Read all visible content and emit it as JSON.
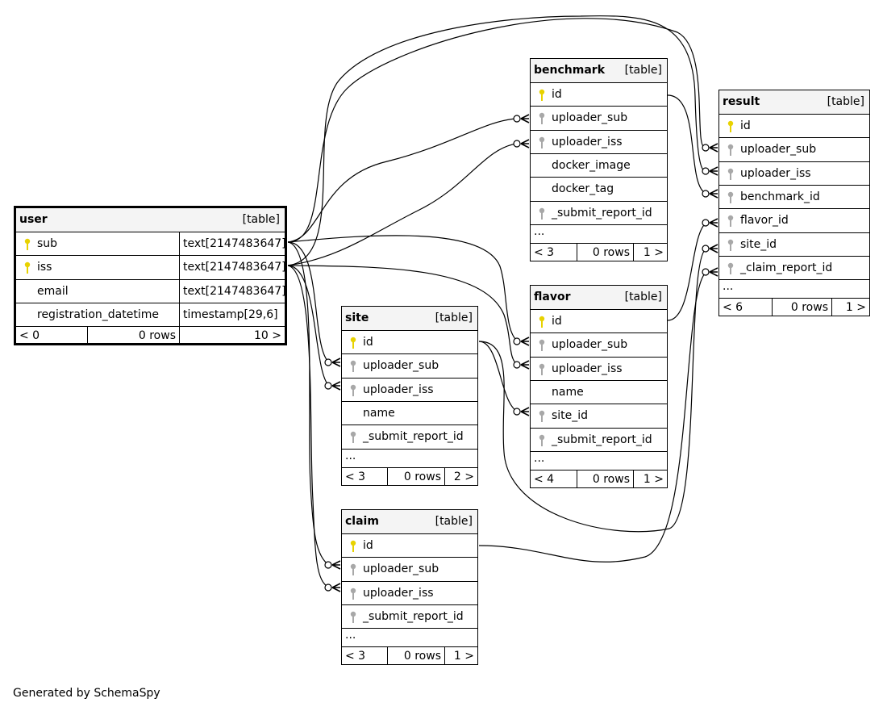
{
  "colors": {
    "primary_key": "#e8d200",
    "foreign_key": "#a8a8a8",
    "line": "#000000"
  },
  "footer": "Generated by SchemaSpy",
  "tables": {
    "user": {
      "name": "user",
      "tag": "[table]",
      "columns": [
        {
          "name": "sub",
          "type": "text[2147483647]",
          "key": "primary"
        },
        {
          "name": "iss",
          "type": "text[2147483647]",
          "key": "primary"
        },
        {
          "name": "email",
          "type": "text[2147483647]",
          "key": "none"
        },
        {
          "name": "registration_datetime",
          "type": "timestamp[29,6]",
          "key": "none"
        }
      ],
      "footer": {
        "parents": "< 0",
        "rows": "0 rows",
        "children": "10 >"
      }
    },
    "benchmark": {
      "name": "benchmark",
      "tag": "[table]",
      "columns": [
        {
          "name": "id",
          "key": "primary"
        },
        {
          "name": "uploader_sub",
          "key": "foreign"
        },
        {
          "name": "uploader_iss",
          "key": "foreign"
        },
        {
          "name": "docker_image",
          "key": "none"
        },
        {
          "name": "docker_tag",
          "key": "none"
        },
        {
          "name": "_submit_report_id",
          "key": "foreign"
        }
      ],
      "more": "...",
      "footer": {
        "parents": "< 3",
        "rows": "0 rows",
        "children": "1 >"
      }
    },
    "result": {
      "name": "result",
      "tag": "[table]",
      "columns": [
        {
          "name": "id",
          "key": "primary"
        },
        {
          "name": "uploader_sub",
          "key": "foreign"
        },
        {
          "name": "uploader_iss",
          "key": "foreign"
        },
        {
          "name": "benchmark_id",
          "key": "foreign"
        },
        {
          "name": "flavor_id",
          "key": "foreign"
        },
        {
          "name": "site_id",
          "key": "foreign"
        },
        {
          "name": "_claim_report_id",
          "key": "foreign"
        }
      ],
      "more": "...",
      "footer": {
        "parents": "< 6",
        "rows": "0 rows",
        "children": "1 >"
      }
    },
    "site": {
      "name": "site",
      "tag": "[table]",
      "columns": [
        {
          "name": "id",
          "key": "primary"
        },
        {
          "name": "uploader_sub",
          "key": "foreign"
        },
        {
          "name": "uploader_iss",
          "key": "foreign"
        },
        {
          "name": "name",
          "key": "none"
        },
        {
          "name": "_submit_report_id",
          "key": "foreign"
        }
      ],
      "more": "...",
      "footer": {
        "parents": "< 3",
        "rows": "0 rows",
        "children": "2 >"
      }
    },
    "flavor": {
      "name": "flavor",
      "tag": "[table]",
      "columns": [
        {
          "name": "id",
          "key": "primary"
        },
        {
          "name": "uploader_sub",
          "key": "foreign"
        },
        {
          "name": "uploader_iss",
          "key": "foreign"
        },
        {
          "name": "name",
          "key": "none"
        },
        {
          "name": "site_id",
          "key": "foreign"
        },
        {
          "name": "_submit_report_id",
          "key": "foreign"
        }
      ],
      "more": "...",
      "footer": {
        "parents": "< 4",
        "rows": "0 rows",
        "children": "1 >"
      }
    },
    "claim": {
      "name": "claim",
      "tag": "[table]",
      "columns": [
        {
          "name": "id",
          "key": "primary"
        },
        {
          "name": "uploader_sub",
          "key": "foreign"
        },
        {
          "name": "uploader_iss",
          "key": "foreign"
        },
        {
          "name": "_submit_report_id",
          "key": "foreign"
        }
      ],
      "more": "...",
      "footer": {
        "parents": "< 3",
        "rows": "0 rows",
        "children": "1 >"
      }
    }
  },
  "relationships": [
    {
      "from": "benchmark.uploader_sub",
      "to": "user.sub"
    },
    {
      "from": "benchmark.uploader_iss",
      "to": "user.iss"
    },
    {
      "from": "result.uploader_sub",
      "to": "user.sub"
    },
    {
      "from": "result.uploader_iss",
      "to": "user.iss"
    },
    {
      "from": "result.benchmark_id",
      "to": "benchmark.id"
    },
    {
      "from": "result.flavor_id",
      "to": "flavor.id"
    },
    {
      "from": "result.site_id",
      "to": "site.id"
    },
    {
      "from": "result._claim_report_id",
      "to": "claim.id"
    },
    {
      "from": "site.uploader_sub",
      "to": "user.sub"
    },
    {
      "from": "site.uploader_iss",
      "to": "user.iss"
    },
    {
      "from": "flavor.uploader_sub",
      "to": "user.sub"
    },
    {
      "from": "flavor.uploader_iss",
      "to": "user.iss"
    },
    {
      "from": "flavor.site_id",
      "to": "site.id"
    },
    {
      "from": "claim.uploader_sub",
      "to": "user.sub"
    },
    {
      "from": "claim.uploader_iss",
      "to": "user.iss"
    }
  ]
}
